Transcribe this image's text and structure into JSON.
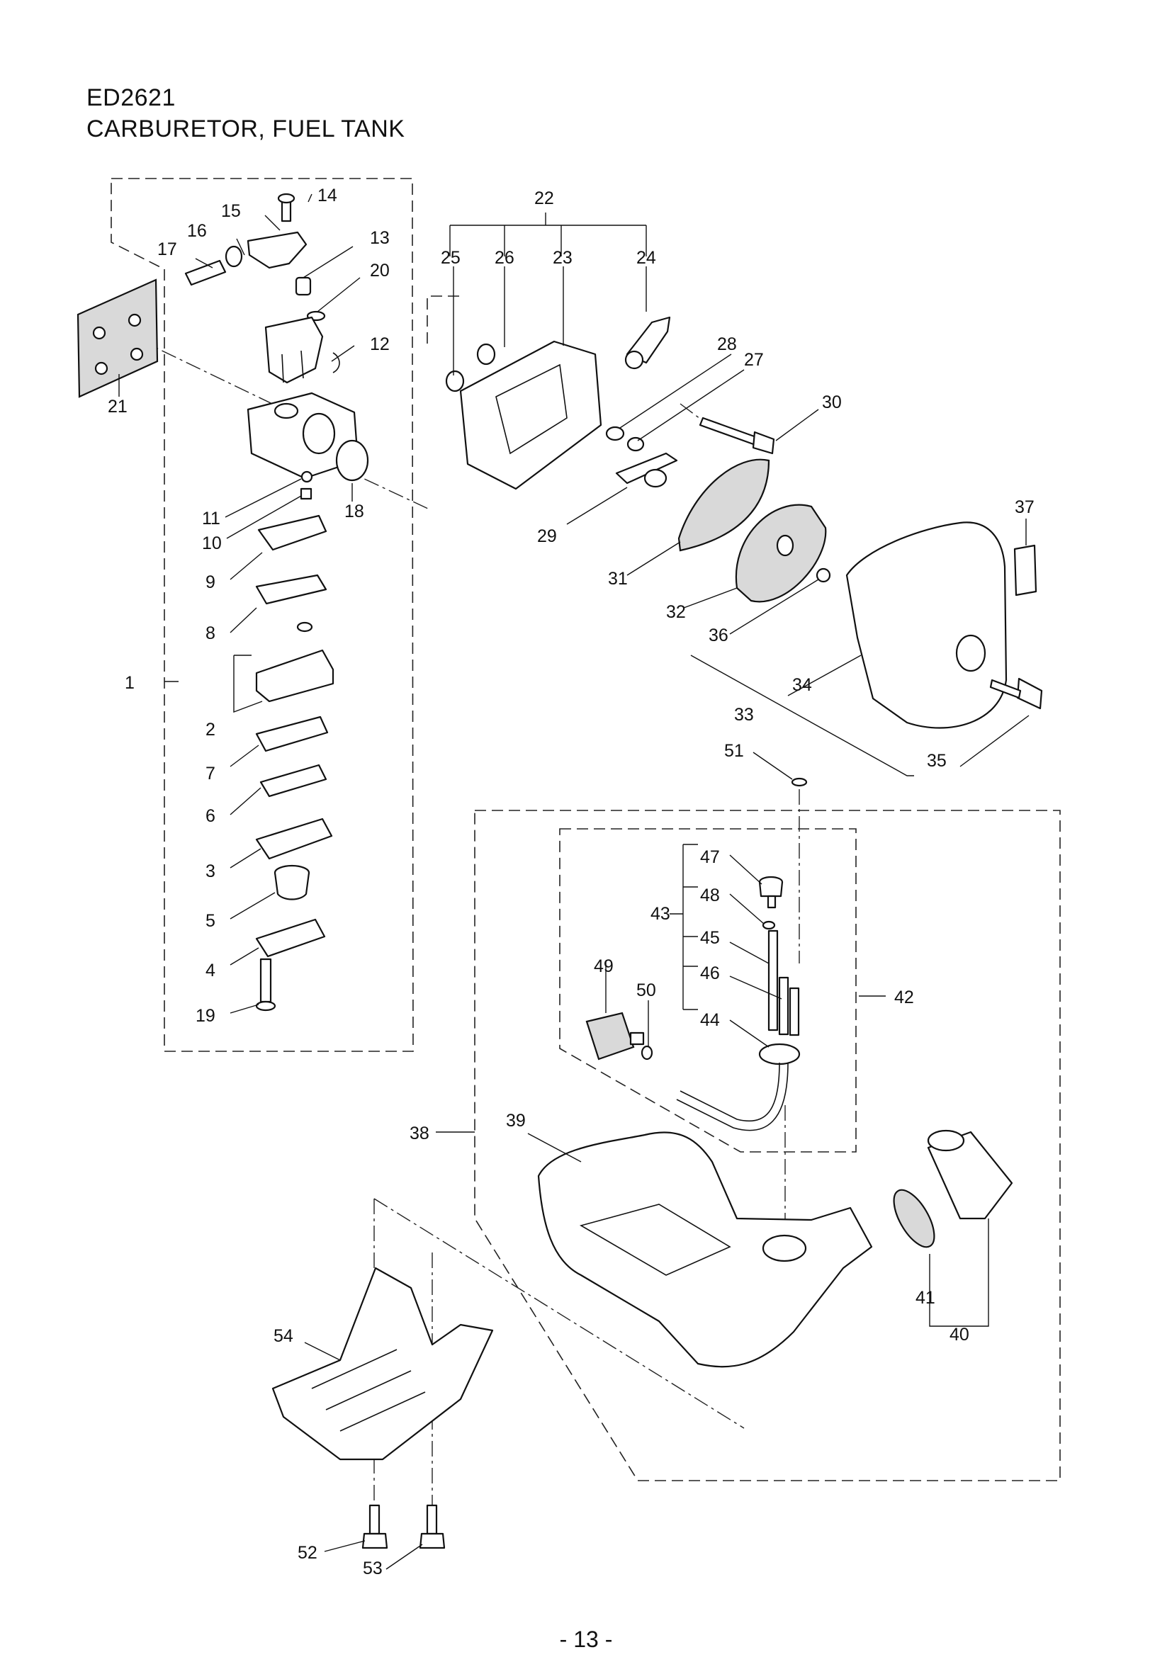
{
  "header": {
    "model": "ED2621",
    "section_title": "CARBURETOR, FUEL TANK"
  },
  "page_number": "- 13 -",
  "callouts": [
    {
      "id": "c1",
      "label": "1"
    },
    {
      "id": "c2",
      "label": "2"
    },
    {
      "id": "c3",
      "label": "3"
    },
    {
      "id": "c4",
      "label": "4"
    },
    {
      "id": "c5",
      "label": "5"
    },
    {
      "id": "c6",
      "label": "6"
    },
    {
      "id": "c7",
      "label": "7"
    },
    {
      "id": "c8",
      "label": "8"
    },
    {
      "id": "c9",
      "label": "9"
    },
    {
      "id": "c10",
      "label": "10"
    },
    {
      "id": "c11",
      "label": "11"
    },
    {
      "id": "c12",
      "label": "12"
    },
    {
      "id": "c13",
      "label": "13"
    },
    {
      "id": "c14",
      "label": "14"
    },
    {
      "id": "c15",
      "label": "15"
    },
    {
      "id": "c16",
      "label": "16"
    },
    {
      "id": "c17",
      "label": "17"
    },
    {
      "id": "c18",
      "label": "18"
    },
    {
      "id": "c19",
      "label": "19"
    },
    {
      "id": "c20",
      "label": "20"
    },
    {
      "id": "c21",
      "label": "21"
    },
    {
      "id": "c22",
      "label": "22"
    },
    {
      "id": "c23",
      "label": "23"
    },
    {
      "id": "c24",
      "label": "24"
    },
    {
      "id": "c25",
      "label": "25"
    },
    {
      "id": "c26",
      "label": "26"
    },
    {
      "id": "c27",
      "label": "27"
    },
    {
      "id": "c28",
      "label": "28"
    },
    {
      "id": "c29",
      "label": "29"
    },
    {
      "id": "c30",
      "label": "30"
    },
    {
      "id": "c31",
      "label": "31"
    },
    {
      "id": "c32",
      "label": "32"
    },
    {
      "id": "c33",
      "label": "33"
    },
    {
      "id": "c34",
      "label": "34"
    },
    {
      "id": "c35",
      "label": "35"
    },
    {
      "id": "c36",
      "label": "36"
    },
    {
      "id": "c37",
      "label": "37"
    },
    {
      "id": "c38",
      "label": "38"
    },
    {
      "id": "c39",
      "label": "39"
    },
    {
      "id": "c40",
      "label": "40"
    },
    {
      "id": "c41",
      "label": "41"
    },
    {
      "id": "c42",
      "label": "42"
    },
    {
      "id": "c43",
      "label": "43"
    },
    {
      "id": "c44",
      "label": "44"
    },
    {
      "id": "c45",
      "label": "45"
    },
    {
      "id": "c46",
      "label": "46"
    },
    {
      "id": "c47",
      "label": "47"
    },
    {
      "id": "c48",
      "label": "48"
    },
    {
      "id": "c49",
      "label": "49"
    },
    {
      "id": "c50",
      "label": "50"
    },
    {
      "id": "c51",
      "label": "51"
    },
    {
      "id": "c52",
      "label": "52"
    },
    {
      "id": "c53",
      "label": "53"
    },
    {
      "id": "c54",
      "label": "54"
    }
  ]
}
